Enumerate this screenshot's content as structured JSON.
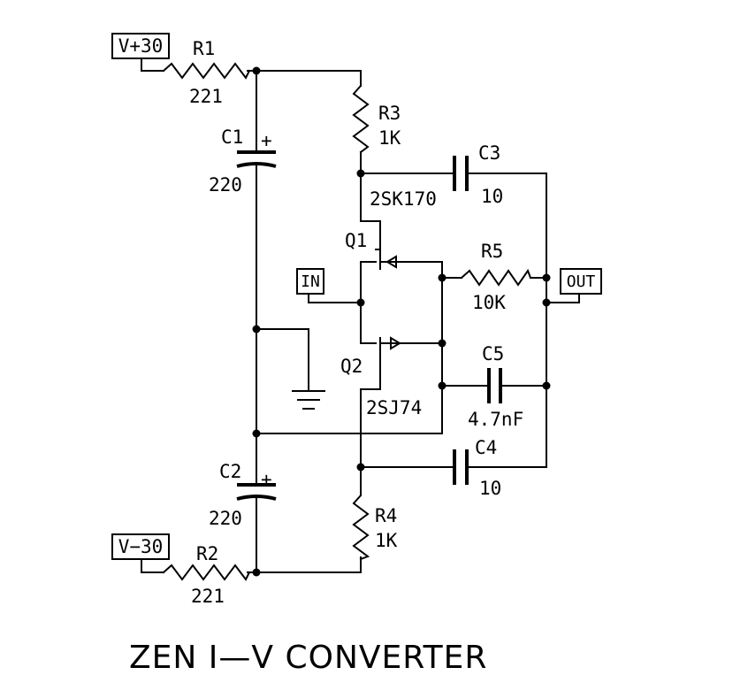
{
  "title": "ZEN I—V CONVERTER",
  "ports": {
    "vplus": "V+30",
    "vminus": "V−30",
    "in": "IN",
    "out": "OUT"
  },
  "components": {
    "r1": {
      "ref": "R1",
      "value": "221"
    },
    "r2": {
      "ref": "R2",
      "value": "221"
    },
    "r3": {
      "ref": "R3",
      "value": "1K"
    },
    "r4": {
      "ref": "R4",
      "value": "1K"
    },
    "r5": {
      "ref": "R5",
      "value": "10K"
    },
    "c1": {
      "ref": "C1",
      "value": "220",
      "polarity": "+"
    },
    "c2": {
      "ref": "C2",
      "value": "220",
      "polarity": "+"
    },
    "c3": {
      "ref": "C3",
      "value": "10"
    },
    "c4": {
      "ref": "C4",
      "value": "10"
    },
    "c5": {
      "ref": "C5",
      "value": "4.7nF"
    },
    "q1": {
      "ref": "Q1",
      "part": "2SK170"
    },
    "q2": {
      "ref": "Q2",
      "part": "2SJ74"
    }
  }
}
